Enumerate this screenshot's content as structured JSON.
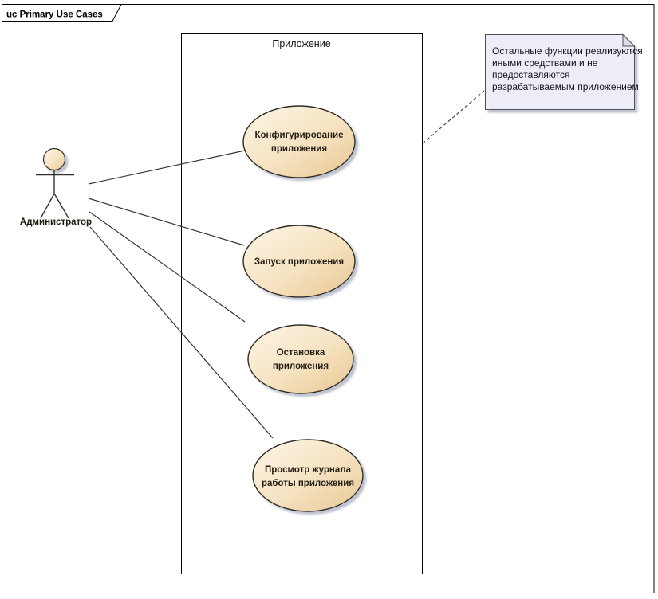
{
  "frame": {
    "title": "uc Primary Use Cases"
  },
  "system_boundary": {
    "title": "Приложение"
  },
  "actor": {
    "name": "Администратор"
  },
  "use_cases": [
    {
      "name": "configure-application",
      "lines": [
        "Конфигурирование",
        "приложения"
      ]
    },
    {
      "name": "start-application",
      "lines": [
        "Запуск приложения"
      ]
    },
    {
      "name": "stop-application",
      "lines": [
        "Остановка",
        "приложения"
      ]
    },
    {
      "name": "view-application-log",
      "lines": [
        "Просмотр журнала",
        "работы приложения"
      ]
    }
  ],
  "note": {
    "lines": [
      "Остальные функции реализуются",
      "иными средствами и не",
      "предоставляются",
      "разрабатываемым приложением"
    ]
  },
  "colors": {
    "usecase_fill_light": "#fcf3e2",
    "usecase_fill_dark": "#e9ca98",
    "usecase_border": "#2d2a24",
    "connector": "#3a362f",
    "note_fill": "#eeedf7",
    "note_border": "#504f5c",
    "shadow": "#b9c0cc",
    "background": "#ffffff"
  }
}
